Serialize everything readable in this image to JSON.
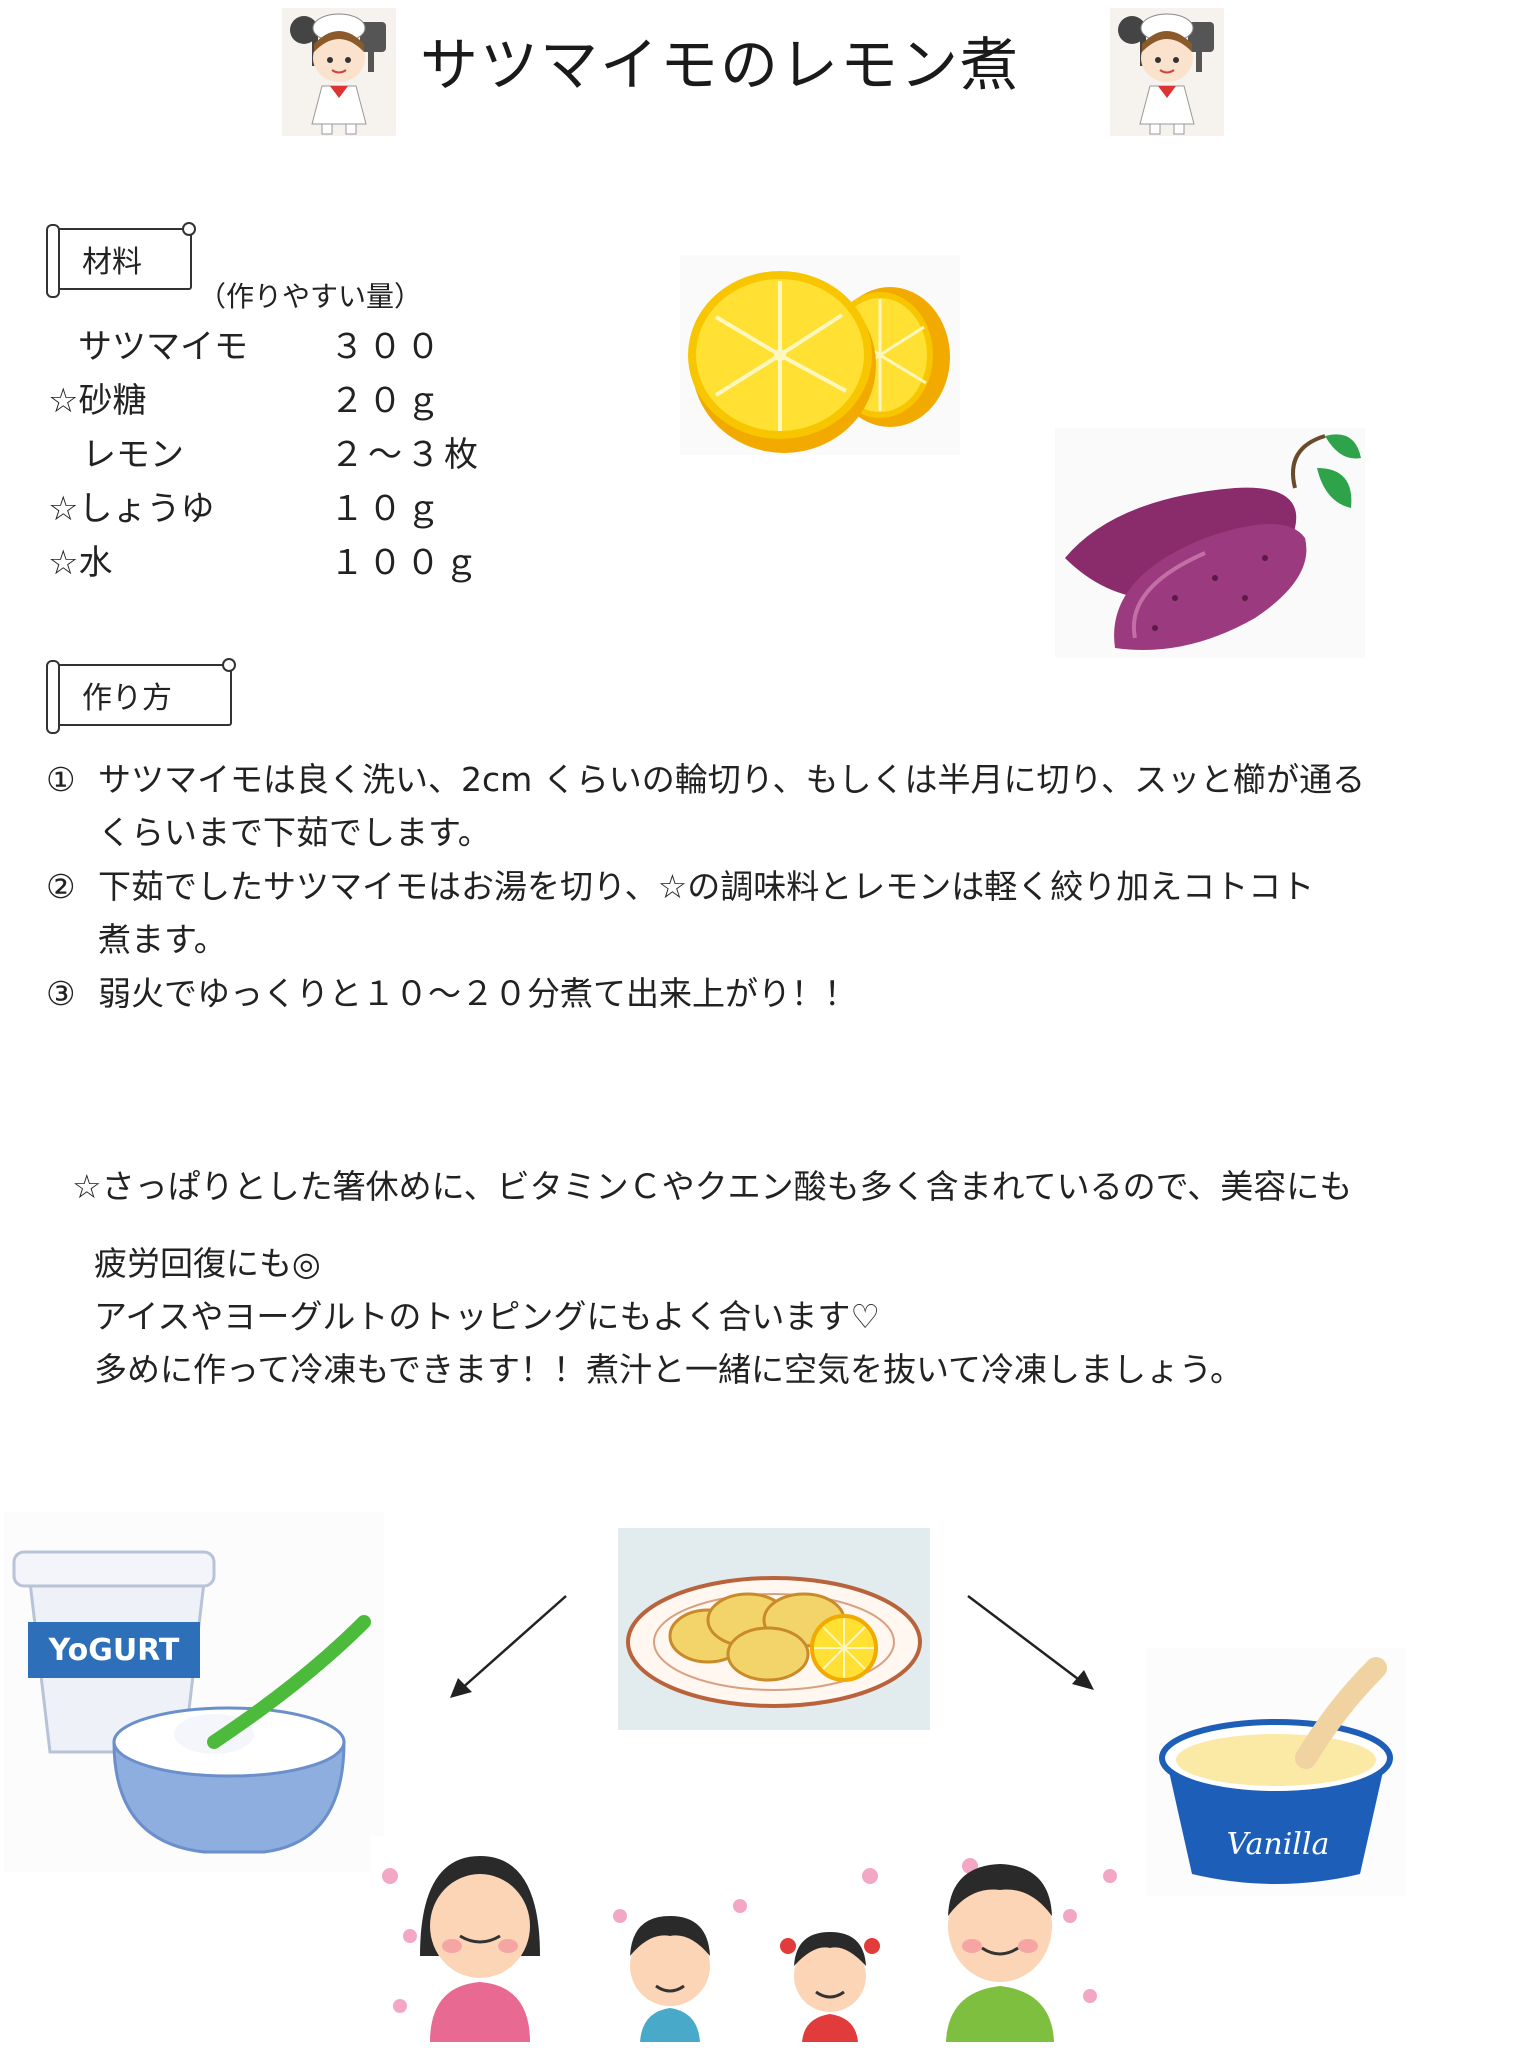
{
  "title": "サツマイモのレモン煮",
  "ingredients": {
    "label": "材料",
    "amount_note": "（作りやすい量）",
    "items": [
      {
        "name": "サツマイモ",
        "qty": "３００"
      },
      {
        "name": "☆砂糖",
        "qty": "２０ｇ"
      },
      {
        "name": "レモン",
        "qty": "２～３枚"
      },
      {
        "name": "☆しょうゆ",
        "qty": "１０ｇ"
      },
      {
        "name": "☆水",
        "qty": "１００ｇ"
      }
    ]
  },
  "method": {
    "label": "作り方",
    "steps": [
      {
        "num": "①",
        "lines": [
          "サツマイモは良く洗い、2cm くらいの輪切り、もしくは半月に切り、スッと櫛が通る",
          "くらいまで下茹でします。"
        ]
      },
      {
        "num": "②",
        "lines": [
          "下茹でしたサツマイモはお湯を切り、☆の調味料とレモンは軽く絞り加えコトコト",
          "煮ます。"
        ]
      },
      {
        "num": "③",
        "lines": [
          "弱火でゆっくりと１０～２０分煮て出来上がり！！"
        ]
      }
    ]
  },
  "tips": [
    "☆さっぱりとした箸休めに、ビタミンＣやクエン酸も多く含まれているので、美容にも",
    "疲労回復にも◎",
    "アイスやヨーグルトのトッピングにもよく合います♡",
    "多めに作って冷凍もできます！！煮汁と一緒に空気を抜いて冷凍しましょう。"
  ],
  "images": {
    "yogurt_label": "YoGURT",
    "vanilla_label": "Vanilla"
  },
  "icons": [
    "chef-icon",
    "lemon-icon",
    "sweet-potato-icon",
    "yogurt-icon",
    "dish-icon",
    "ice-cream-icon",
    "family-icon",
    "arrow-icon"
  ]
}
